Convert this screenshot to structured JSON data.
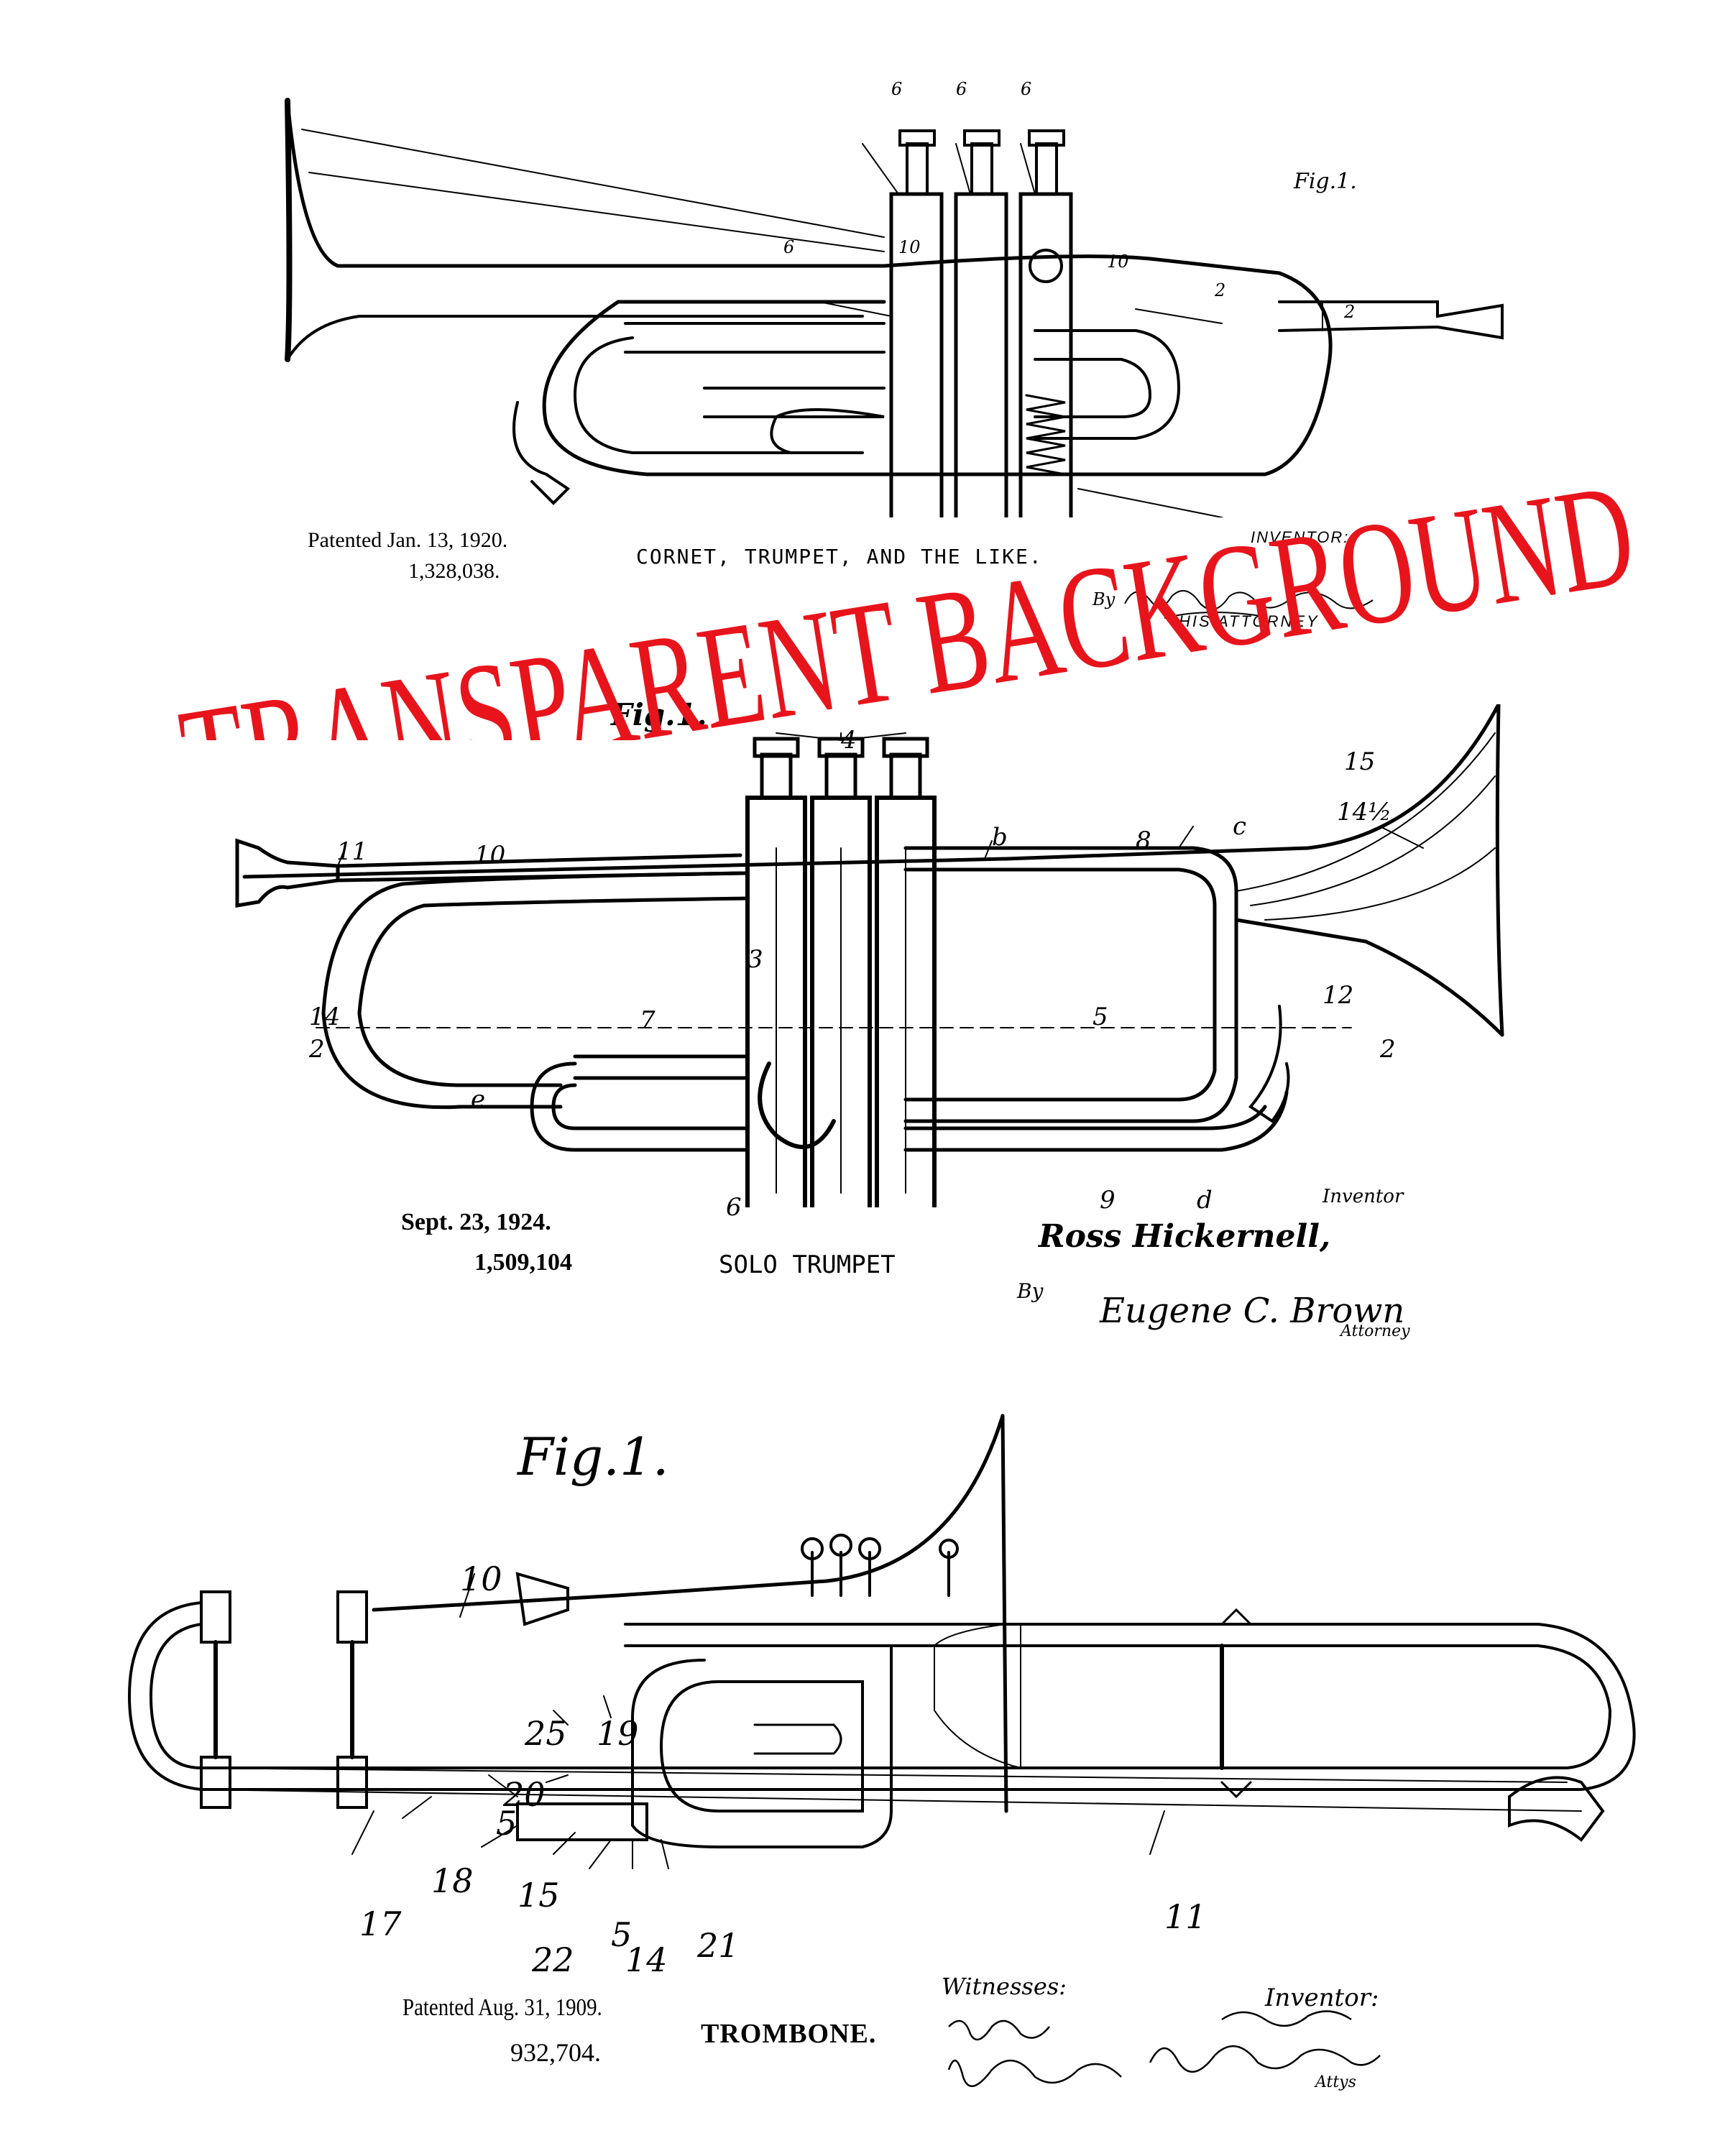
{
  "watermark": {
    "text": "TRANSPARENT BACKGROUND",
    "color": "#e8141c"
  },
  "patent1": {
    "fig_label": "Fig.1.",
    "date": "Patented Jan. 13, 1920.",
    "number": "1,328,038.",
    "title": "CORNET, TRUMPET, AND THE LIKE.",
    "inventor_label": "INVENTOR:",
    "attorney_prefix": "By",
    "attorney_label": "HIS ATTORNEY",
    "ref_numbers": [
      "6",
      "6",
      "6",
      "10",
      "10",
      "2",
      "2",
      "6"
    ]
  },
  "patent2": {
    "fig_label": "Fig.1.",
    "date": "Sept. 23, 1924.",
    "number": "1,509,104",
    "title": "SOLO TRUMPET",
    "inventor_label": "Inventor",
    "inventor_name": "Ross Hickernell,",
    "attorney_prefix": "By",
    "attorney_signature": "Eugene C. Brown",
    "attorney_label": "Attorney",
    "ref_numbers": [
      "4",
      "11",
      "10",
      "b",
      "8",
      "c",
      "14½",
      "15",
      "3",
      "14",
      "12",
      "7",
      "5",
      "2",
      "2",
      "e",
      "6",
      "9",
      "d"
    ]
  },
  "patent3": {
    "fig_label": "Fig.1.",
    "date": "Patented Aug. 31, 1909.",
    "number": "932,704.",
    "title": "TROMBONE.",
    "witnesses_label": "Witnesses:",
    "inventor_label": "Inventor:",
    "attorney_label": "Attys",
    "ref_numbers": [
      "10",
      "25",
      "19",
      "20",
      "5",
      "17",
      "18",
      "15",
      "22",
      "5",
      "14",
      "21",
      "11"
    ]
  },
  "colors": {
    "ink": "#000000",
    "paper": "#ffffff",
    "stamp": "#e8141c"
  }
}
